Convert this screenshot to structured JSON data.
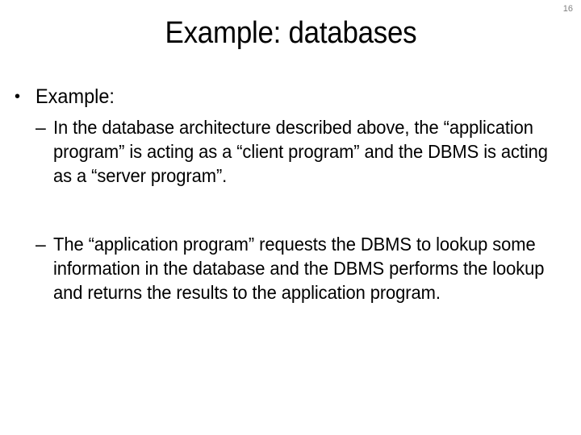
{
  "slide": {
    "number": "16",
    "title": "Example: databases",
    "background_color": "#ffffff",
    "text_color": "#000000",
    "number_color": "#808080",
    "bullets": [
      {
        "level": 1,
        "marker": "•",
        "text": "Example:"
      },
      {
        "level": 2,
        "marker": "–",
        "text": "In the database architecture described above, the “application program” is acting as a “client program” and the DBMS is acting as a “server program”."
      },
      {
        "level": 2,
        "marker": "–",
        "text": "The “application program” requests the DBMS to lookup some information in the database and the DBMS performs the lookup and returns the results to the application program."
      }
    ]
  }
}
